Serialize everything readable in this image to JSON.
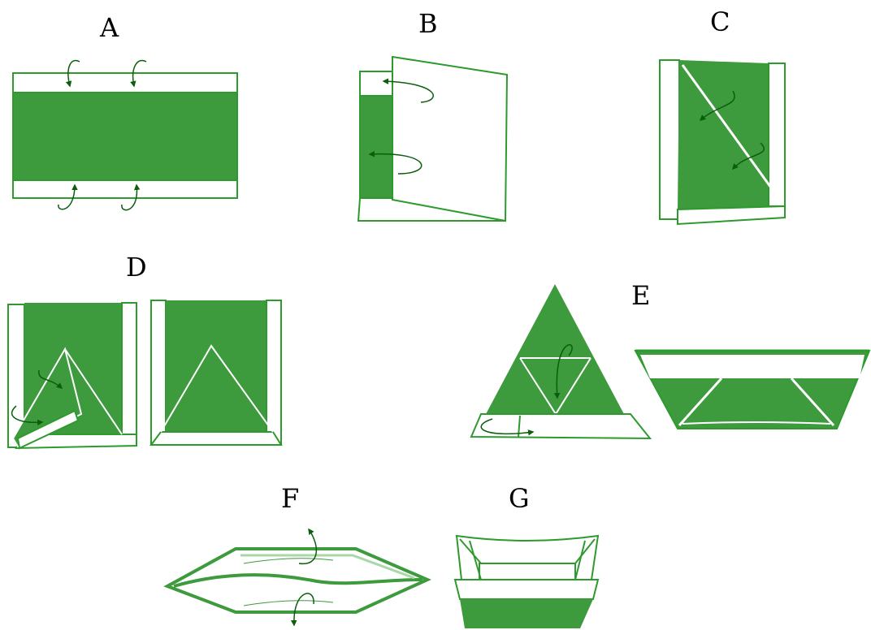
{
  "colors": {
    "green": "#3d9a3d",
    "stroke": "#2e9a2e",
    "arrow": "#0b5e0b",
    "paper": "#ffffff",
    "crease": "#ffffff"
  },
  "steps": [
    {
      "id": "A",
      "label": "A"
    },
    {
      "id": "B",
      "label": "B"
    },
    {
      "id": "C",
      "label": "C"
    },
    {
      "id": "D",
      "label": "D"
    },
    {
      "id": "E",
      "label": "E"
    },
    {
      "id": "F",
      "label": "F"
    },
    {
      "id": "G",
      "label": "G"
    }
  ]
}
